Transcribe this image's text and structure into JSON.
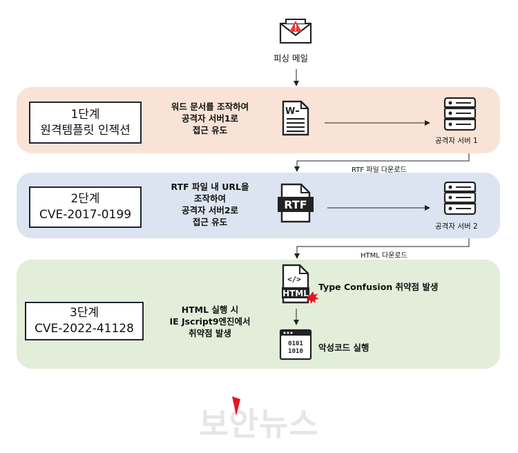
{
  "top": {
    "label": "피싱 메일",
    "icon": "phishing-mail-icon"
  },
  "stages": [
    {
      "title": "1단계",
      "subtitle": "원격템플릿 인젝션",
      "desc": [
        "워드 문서를 조작하여",
        "공격자 서버1로",
        "접근 유도"
      ],
      "file_icon": "word-document-icon",
      "server_label": "공격자 서버 1",
      "color": "#f9e3d6"
    },
    {
      "title": "2단계",
      "subtitle": "CVE-2017-0199",
      "desc": [
        "RTF 파일 내 URL을",
        "조작하여",
        "공격자 서버2로",
        "접근 유도"
      ],
      "file_icon": "rtf-file-icon",
      "file_badge": "RTF",
      "server_label": "공격자 서버 2",
      "color": "#dce4f1"
    },
    {
      "title": "3단계",
      "subtitle": "CVE-2022-41128",
      "desc": [
        "HTML 실행 시",
        "IE Jscript9엔진에서",
        "취약점 발생"
      ],
      "file_icon": "html-file-icon",
      "file_badge": "HTML",
      "file_code": "</>",
      "vuln_label": "Type Confusion 취약점 발생",
      "exec_label": "악성코드 실행",
      "exec_icon": "binary-window-icon",
      "binary_lines": [
        "0101",
        "1010"
      ],
      "color": "#e2eed9"
    }
  ],
  "connectors": [
    "RTF 파일 다운로드",
    "HTML 다운로드"
  ],
  "watermark": "보안뉴스"
}
